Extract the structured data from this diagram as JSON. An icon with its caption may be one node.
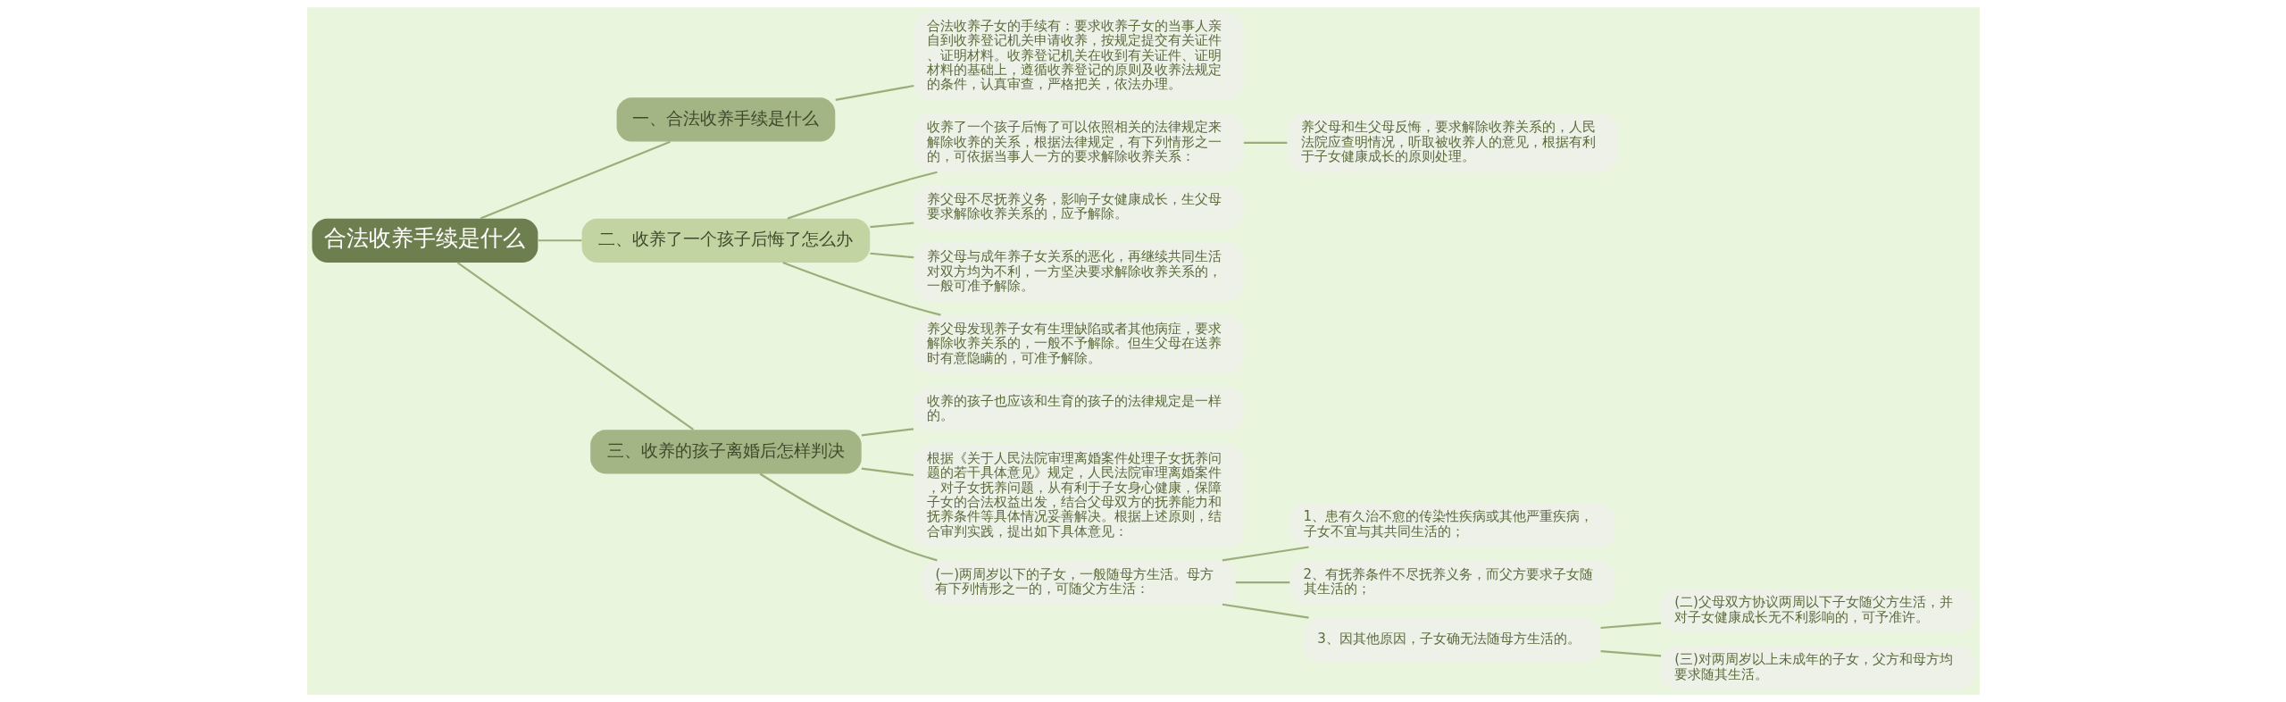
{
  "diagram": {
    "nodes": [
      {
        "text": [
          "合法收养手续是什么"
        ]
      },
      {
        "text": [
          "一、合法收养手续是什么"
        ]
      },
      {
        "text": [
          "合法收养子女的手续有：要求收养子女的当事人亲自到收养登记机关申请收养，按规定提交有关证件、证明材料。收养登记机关在收到有关证件、证明材料的基础上，遵循收养登记的原则及收养法规定的条件，认真审查，严格把关，依法办理。"
        ]
      },
      {
        "text": [
          "二、收养了一个孩子后悔了怎么办"
        ]
      },
      {
        "text": [
          "收养了一个孩子后悔了可以依照相关的法律规定来解除收养的关系，根据法律规定，有下列情形之一的，可依据当事人一方的要求解除收养关系："
        ]
      },
      {
        "text": [
          "养父母和生父母反悔，要求解除收养关系的，人民法院应查明情况，听取被收养人的意见，根据有利于子女健康成长的原则处理。"
        ]
      },
      {
        "text": [
          "养父母不尽抚养义务，影响子女健康成长，生父母要求解除收养关系的，应予解除。"
        ]
      },
      {
        "text": [
          "养父母与成年养子女关系的恶化，再继续共同生活对双方均为不利，一方坚决要求解除收养关系的，一般可准予解除。"
        ]
      },
      {
        "text": [
          "养父母发现养子女有生理缺陷或者其他病症，要求解除收养关系的，一般不予解除。但生父母在送养时有意隐瞒的，可准予解除。"
        ]
      },
      {
        "text": [
          "三、收养的孩子离婚后怎样判决"
        ]
      },
      {
        "text": [
          "收养的孩子也应该和生育的孩子的法律规定是一样的。"
        ]
      },
      {
        "text": [
          "根据《关于人民法院审理离婚案件处理子女抚养问题的若干具体意见》规定，人民法院审理离婚案件，对子女抚养问题，从有利于子女身心健康，保障子女的合法权益出发，结合父母双方的抚养能力和抚养条件等具体情况妥善解决。根据上述原则，结合审判实践，提出如下具体意见："
        ]
      },
      {
        "text": [
          "(一)两周岁以下的子女，一般随母方生活。母方有下列情形之一的，可随父方生活："
        ]
      },
      {
        "text": [
          "1、患有久治不愈的传染性疾病或其他严重疾病，子女不宜与其共同生活的；"
        ]
      },
      {
        "text": [
          "2、有抚养条件不尽抚养义务，而父方要求子女随其生活的；"
        ]
      },
      {
        "text": [
          "3、因其他原因，子女确无法随母方生活的。"
        ]
      },
      {
        "text": [
          "(二)父母双方协议两周以下子女随父方生活，并对子女健康成长无不利影响的，可予准许。"
        ]
      },
      {
        "text": [
          "(三)对两周岁以上未成年的子女，父方和母方均要求随其生活。"
        ]
      }
    ],
    "edges": [
      {
        "from": 0,
        "to": 1,
        "arrow": "none"
      },
      {
        "from": 1,
        "to": 2,
        "arrow": "none"
      },
      {
        "from": 0,
        "to": 3,
        "arrow": "none"
      },
      {
        "from": 3,
        "to": 4,
        "arrow": "none"
      },
      {
        "from": 4,
        "to": 5,
        "arrow": "none"
      },
      {
        "from": 3,
        "to": 6,
        "arrow": "none"
      },
      {
        "from": 3,
        "to": 7,
        "arrow": "none"
      },
      {
        "from": 3,
        "to": 8,
        "arrow": "none"
      },
      {
        "from": 0,
        "to": 9,
        "arrow": "none"
      },
      {
        "from": 9,
        "to": 10,
        "arrow": "none"
      },
      {
        "from": 9,
        "to": 11,
        "arrow": "none"
      },
      {
        "from": 9,
        "to": 12,
        "arrow": "none"
      },
      {
        "from": 12,
        "to": 13,
        "arrow": "none"
      },
      {
        "from": 12,
        "to": 14,
        "arrow": "none"
      },
      {
        "from": 12,
        "to": 15,
        "arrow": "none"
      },
      {
        "from": 15,
        "to": 16,
        "arrow": "none"
      },
      {
        "from": 15,
        "to": 17,
        "arrow": "none"
      }
    ]
  }
}
